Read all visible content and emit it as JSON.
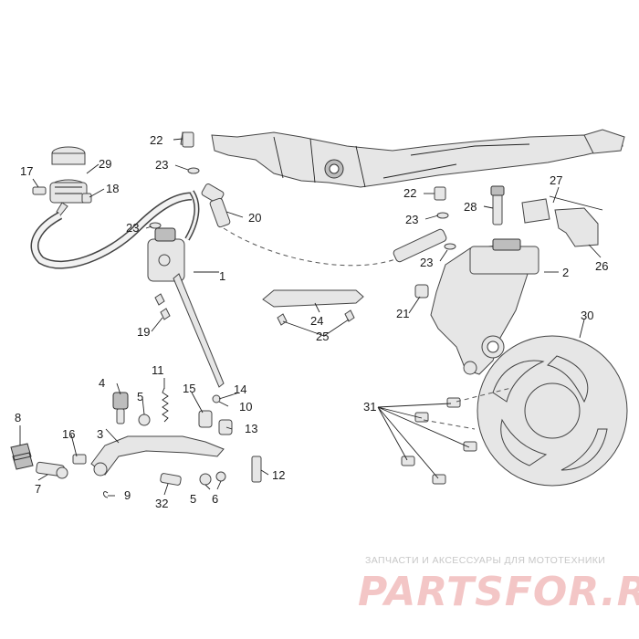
{
  "diagram": {
    "labels": [
      {
        "id": "1",
        "text": "1"
      },
      {
        "id": "2",
        "text": "2"
      },
      {
        "id": "3",
        "text": "3"
      },
      {
        "id": "4",
        "text": "4"
      },
      {
        "id": "5a",
        "text": "5"
      },
      {
        "id": "5b",
        "text": "5"
      },
      {
        "id": "6",
        "text": "6"
      },
      {
        "id": "7",
        "text": "7"
      },
      {
        "id": "8",
        "text": "8"
      },
      {
        "id": "9",
        "text": "9"
      },
      {
        "id": "10",
        "text": "10"
      },
      {
        "id": "11",
        "text": "11"
      },
      {
        "id": "12",
        "text": "12"
      },
      {
        "id": "13",
        "text": "13"
      },
      {
        "id": "14",
        "text": "14"
      },
      {
        "id": "15",
        "text": "15"
      },
      {
        "id": "16",
        "text": "16"
      },
      {
        "id": "17",
        "text": "17"
      },
      {
        "id": "18",
        "text": "18"
      },
      {
        "id": "19",
        "text": "19"
      },
      {
        "id": "20",
        "text": "20"
      },
      {
        "id": "21",
        "text": "21"
      },
      {
        "id": "22a",
        "text": "22"
      },
      {
        "id": "22b",
        "text": "22"
      },
      {
        "id": "23a",
        "text": "23"
      },
      {
        "id": "23b",
        "text": "23"
      },
      {
        "id": "23c",
        "text": "23"
      },
      {
        "id": "23d",
        "text": "23"
      },
      {
        "id": "24",
        "text": "24"
      },
      {
        "id": "25",
        "text": "25"
      },
      {
        "id": "26",
        "text": "26"
      },
      {
        "id": "27",
        "text": "27"
      },
      {
        "id": "28",
        "text": "28"
      },
      {
        "id": "29",
        "text": "29"
      },
      {
        "id": "30",
        "text": "30"
      },
      {
        "id": "31",
        "text": "31"
      },
      {
        "id": "32",
        "text": "32"
      }
    ]
  },
  "watermark": {
    "subtitle": "ЗАПЧАСТИ И АКСЕССУАРЫ ДЛЯ МОТОТЕХНИКИ",
    "brand": "PARTSFOR.RU",
    "color": "#f3c6c6"
  }
}
